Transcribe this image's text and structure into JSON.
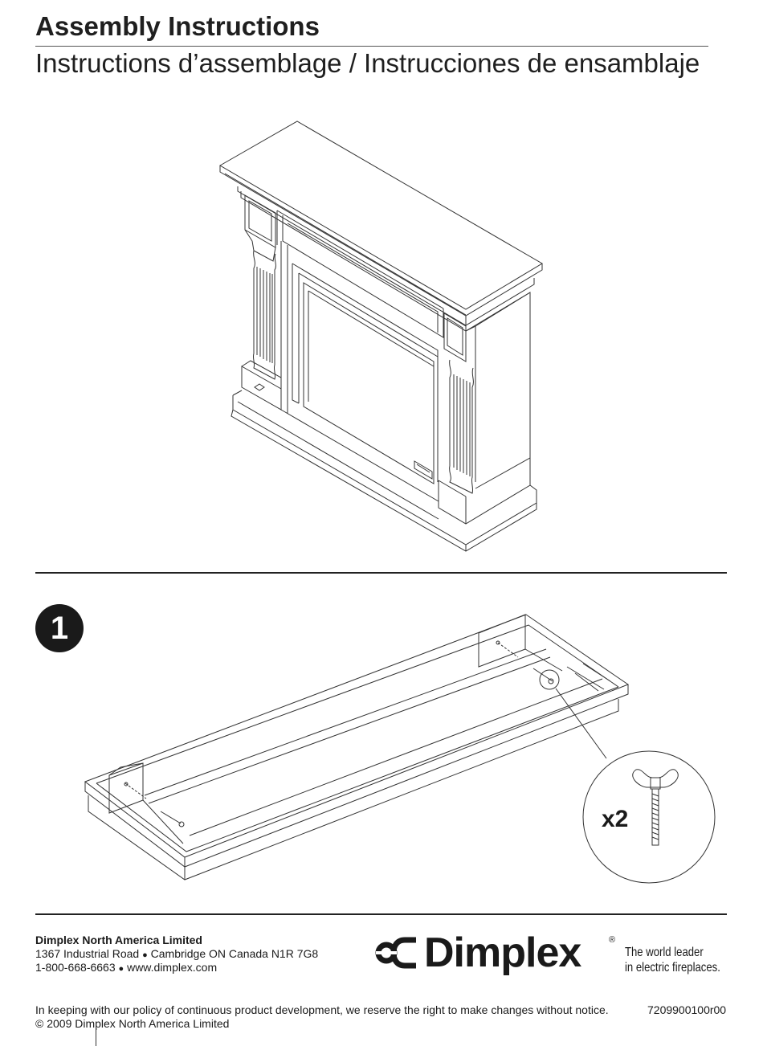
{
  "header": {
    "title": "Assembly Instructions",
    "subtitle": "Instructions d’assemblage / Instrucciones de ensamblaje"
  },
  "step": {
    "number": "1",
    "quantity": "x2",
    "part_icon": "wing-bolt-icon"
  },
  "footer": {
    "company": "Dimplex North America Limited",
    "address_street": "1367 Industrial Road",
    "address_city": "Cambridge ON Canada N1R 7G8",
    "phone": "1-800-668-6663",
    "website": "www.dimplex.com",
    "bullet": "●",
    "brand": "Dimplex",
    "registered": "®",
    "tagline_line1": "The world leader",
    "tagline_line2": "in electric fireplaces.",
    "notice": "In keeping with our policy of continuous product development, we reserve the right to make changes without notice.",
    "copyright": "© 2009 Dimplex North America Limited",
    "doc_number": "7209900100r00"
  }
}
